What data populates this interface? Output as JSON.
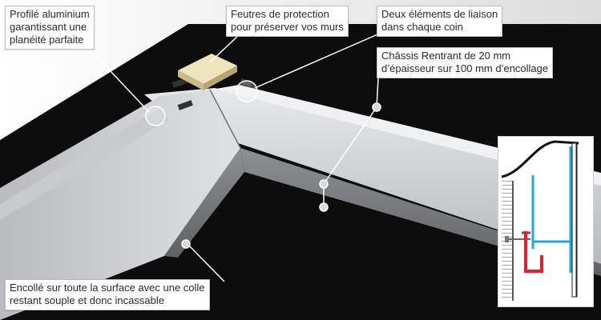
{
  "colors": {
    "wall_black": "#0d0d0d",
    "aluminium_light": "#d6d8da",
    "aluminium_mid": "#a9acaf",
    "aluminium_dark": "#7d8184",
    "felt_pad": "#e8dcb0",
    "marker_ring": "#ffffff",
    "inset_blue": "#1fa7e0",
    "inset_red": "#e0202a"
  },
  "callouts": {
    "profile": {
      "line1": "Profilé aluminium",
      "line2": "garantissant une",
      "line3": "planéité parfaite"
    },
    "felt": {
      "line1": "Feutres de protection",
      "line2": "pour préserver vos murs"
    },
    "connectors": {
      "line1": "Deux éléments de liaison",
      "line2": "dans chaque coin"
    },
    "frame": {
      "line1": "Châssis Rentrant de 20 mm",
      "line2": "d’épaisseur sur 100 mm d’encollage"
    },
    "glue": {
      "line1": "Encollé sur toute la surface avec une colle",
      "line2": "restant souple et donc incassable"
    }
  }
}
